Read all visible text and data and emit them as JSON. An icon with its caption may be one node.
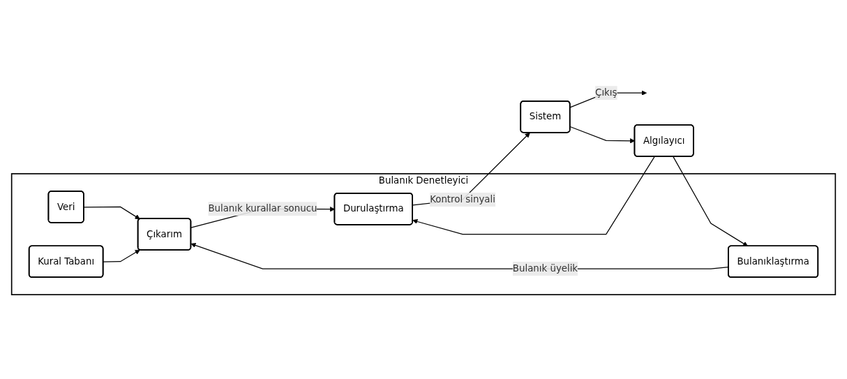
{
  "diagram": {
    "nodes": [
      {
        "text": [
          "Bulanık Denetleyici"
        ]
      },
      {
        "text": [
          "Veri"
        ],
        "in": 0
      },
      {
        "text": [
          "Kural Tabanı"
        ],
        "in": 0
      },
      {
        "text": [
          "Bulanıklaştırma"
        ],
        "in": 0
      },
      {
        "text": [
          "Çıkarım"
        ],
        "in": 0
      },
      {
        "text": [
          "Durulaştırma"
        ],
        "in": 0
      },
      {
        "text": [
          "Sistem"
        ]
      },
      {
        "text": [
          "Algılayıcı"
        ]
      }
    ],
    "edges": [
      {
        "from": 1,
        "to": 4,
        "arrow": "to"
      },
      {
        "from": 2,
        "to": 4,
        "arrow": "to"
      },
      {
        "from": 3,
        "to": 4,
        "arrow": "to",
        "label": "Bulanık üyelik"
      },
      {
        "from": 4,
        "to": 5,
        "arrow": "to",
        "label": "Bulanık kurallar sonucu"
      },
      {
        "from": 5,
        "to": 6,
        "arrow": "to",
        "label": "Kontrol sinyali"
      },
      {
        "from": 6,
        "to": null,
        "arrow": "to",
        "label": "Çıkış"
      },
      {
        "from": 6,
        "to": 7,
        "arrow": "to"
      },
      {
        "from": 7,
        "to": 3,
        "arrow": "to"
      },
      {
        "from": 7,
        "to": 5,
        "arrow": "to"
      }
    ]
  }
}
